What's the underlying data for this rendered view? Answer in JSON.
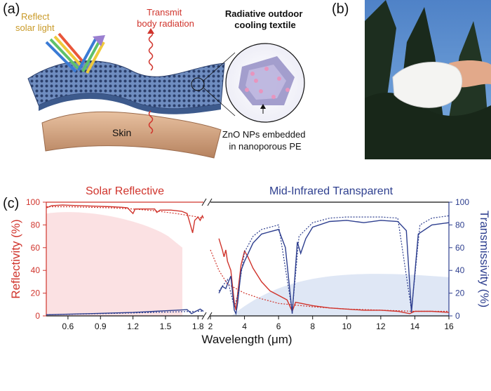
{
  "panel_a": {
    "label": "(a)",
    "reflect_text": [
      "Reflect",
      "solar light"
    ],
    "transmit_text": [
      "Transmit",
      "body radiation"
    ],
    "textile_title": [
      "Radiative outdoor",
      "cooling textile"
    ],
    "skin_label": "Skin",
    "nps_caption": [
      "ZnO NPs embedded",
      "in nanoporous PE"
    ]
  },
  "panel_b": {
    "label": "(b)"
  },
  "panel_c": {
    "label": "(c)"
  },
  "colors": {
    "reflect_red": "#d0342c",
    "transmit_blue": "#2e3f8f",
    "solar_band": "#fbe1e3",
    "ir_band": "#dfe7f5",
    "reflect_text_gold": "#c99a28"
  },
  "chart_data": {
    "type": "line",
    "title_left": "Solar Reflective",
    "title_right": "Mid-Infrared Transparent",
    "xlabel": "Wavelength (μm)",
    "ylabel_left": "Reflectivity (%)",
    "ylabel_right": "Transmissivity (%)",
    "x_ticks_left": [
      "0.6",
      "0.9",
      "1.2",
      "1.5",
      "1.8"
    ],
    "x_ticks_right": [
      "2",
      "4",
      "6",
      "8",
      "10",
      "12",
      "14",
      "16"
    ],
    "y_ticks": [
      "0",
      "20",
      "40",
      "60",
      "80",
      "100"
    ],
    "xlim_left": [
      0.4,
      1.85
    ],
    "xlim_right": [
      2.0,
      16.0
    ],
    "ylim": [
      0,
      100
    ],
    "series": [
      {
        "axis": "left",
        "style": "solid",
        "color": "#d0342c",
        "points": [
          [
            0.4,
            95
          ],
          [
            0.45,
            97
          ],
          [
            0.55,
            97.5
          ],
          [
            0.7,
            97
          ],
          [
            0.85,
            96.5
          ],
          [
            1.0,
            96
          ],
          [
            1.1,
            95.5
          ],
          [
            1.15,
            95
          ],
          [
            1.18,
            92
          ],
          [
            1.2,
            90
          ],
          [
            1.22,
            94
          ],
          [
            1.3,
            94
          ],
          [
            1.4,
            94
          ],
          [
            1.42,
            91
          ],
          [
            1.45,
            93
          ],
          [
            1.55,
            93
          ],
          [
            1.65,
            92
          ],
          [
            1.7,
            90
          ],
          [
            1.73,
            80
          ],
          [
            1.75,
            73
          ],
          [
            1.77,
            84
          ],
          [
            1.8,
            87
          ],
          [
            1.82,
            84
          ],
          [
            1.84,
            88
          ],
          [
            1.85,
            86
          ]
        ]
      },
      {
        "axis": "left",
        "style": "dashed",
        "color": "#d0342c",
        "points": [
          [
            0.4,
            96
          ],
          [
            0.6,
            96
          ],
          [
            0.8,
            95.5
          ],
          [
            1.0,
            95
          ],
          [
            1.2,
            94
          ],
          [
            1.4,
            92.5
          ],
          [
            1.6,
            90
          ],
          [
            1.8,
            87
          ],
          [
            1.85,
            86
          ]
        ]
      },
      {
        "axis": "left",
        "style": "solid",
        "color": "#2e3f8f",
        "points": [
          [
            0.4,
            1
          ],
          [
            0.6,
            1.5
          ],
          [
            0.8,
            2
          ],
          [
            1.0,
            2.5
          ],
          [
            1.2,
            3
          ],
          [
            1.3,
            3.5
          ],
          [
            1.4,
            4
          ],
          [
            1.5,
            4.5
          ],
          [
            1.6,
            5
          ],
          [
            1.7,
            5.5
          ],
          [
            1.74,
            2
          ],
          [
            1.78,
            4
          ],
          [
            1.82,
            6
          ],
          [
            1.85,
            4
          ]
        ]
      },
      {
        "axis": "left",
        "style": "dashed",
        "color": "#2e3f8f",
        "points": [
          [
            0.4,
            1
          ],
          [
            0.8,
            1.8
          ],
          [
            1.2,
            2.6
          ],
          [
            1.6,
            3.6
          ],
          [
            1.85,
            4.2
          ]
        ]
      },
      {
        "axis": "right",
        "style": "solid",
        "color": "#d0342c",
        "points": [
          [
            2.5,
            68
          ],
          [
            2.7,
            58
          ],
          [
            2.8,
            52
          ],
          [
            2.9,
            58
          ],
          [
            3.0,
            48
          ],
          [
            3.2,
            40
          ],
          [
            3.4,
            12
          ],
          [
            3.5,
            5
          ],
          [
            3.6,
            20
          ],
          [
            3.8,
            45
          ],
          [
            4.0,
            57
          ],
          [
            4.2,
            52
          ],
          [
            4.5,
            42
          ],
          [
            5.0,
            30
          ],
          [
            5.5,
            22
          ],
          [
            6.0,
            18
          ],
          [
            6.5,
            14
          ],
          [
            6.8,
            4
          ],
          [
            7.0,
            12
          ],
          [
            8.0,
            9
          ],
          [
            9.0,
            7
          ],
          [
            10.0,
            6
          ],
          [
            11.0,
            5
          ],
          [
            12.0,
            5
          ],
          [
            13.0,
            4
          ],
          [
            13.7,
            2
          ],
          [
            14.0,
            4
          ],
          [
            15.0,
            4
          ],
          [
            16.0,
            3
          ]
        ]
      },
      {
        "axis": "right",
        "style": "dashed",
        "color": "#d0342c",
        "points": [
          [
            2.0,
            58
          ],
          [
            2.5,
            40
          ],
          [
            3.0,
            28
          ],
          [
            4.0,
            20
          ],
          [
            5.0,
            15
          ],
          [
            6.0,
            11
          ],
          [
            8.0,
            8
          ],
          [
            10.0,
            6
          ],
          [
            12.0,
            5
          ],
          [
            14.0,
            4
          ],
          [
            16.0,
            4
          ]
        ]
      },
      {
        "axis": "right",
        "style": "solid",
        "color": "#2e3f8f",
        "points": [
          [
            2.5,
            20
          ],
          [
            2.7,
            26
          ],
          [
            2.9,
            24
          ],
          [
            3.0,
            28
          ],
          [
            3.2,
            35
          ],
          [
            3.4,
            5
          ],
          [
            3.5,
            2
          ],
          [
            3.6,
            12
          ],
          [
            3.8,
            40
          ],
          [
            4.0,
            48
          ],
          [
            4.5,
            64
          ],
          [
            5.0,
            72
          ],
          [
            5.5,
            74
          ],
          [
            6.0,
            76
          ],
          [
            6.4,
            60
          ],
          [
            6.8,
            2
          ],
          [
            7.1,
            65
          ],
          [
            7.3,
            55
          ],
          [
            7.6,
            68
          ],
          [
            8.0,
            78
          ],
          [
            9.0,
            83
          ],
          [
            10.0,
            84
          ],
          [
            11.0,
            82
          ],
          [
            12.0,
            84
          ],
          [
            13.0,
            83
          ],
          [
            13.5,
            75
          ],
          [
            13.8,
            3
          ],
          [
            14.2,
            72
          ],
          [
            15.0,
            80
          ],
          [
            16.0,
            82
          ]
        ]
      },
      {
        "axis": "right",
        "style": "dashed",
        "color": "#2e3f8f",
        "points": [
          [
            2.5,
            22
          ],
          [
            3.0,
            32
          ],
          [
            3.4,
            8
          ],
          [
            3.6,
            18
          ],
          [
            4.0,
            56
          ],
          [
            4.5,
            70
          ],
          [
            5.0,
            76
          ],
          [
            6.0,
            80
          ],
          [
            6.8,
            4
          ],
          [
            7.2,
            70
          ],
          [
            8.0,
            82
          ],
          [
            9.0,
            86
          ],
          [
            10.0,
            87
          ],
          [
            12.0,
            87
          ],
          [
            13.0,
            86
          ],
          [
            13.8,
            5
          ],
          [
            14.3,
            80
          ],
          [
            15.0,
            86
          ],
          [
            16.0,
            88
          ]
        ]
      }
    ]
  }
}
